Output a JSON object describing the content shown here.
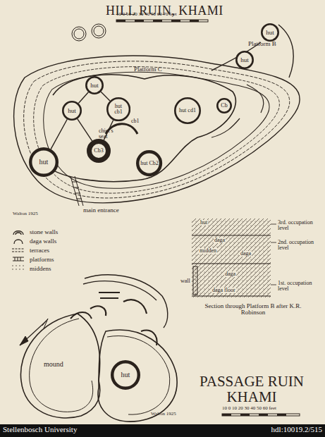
{
  "diagram": {
    "title": "HILL RUIN, KHAMI",
    "nodes": [
      {
        "text": [
          "hut"
        ]
      },
      {
        "text": [
          "hut"
        ]
      },
      {
        "text": [
          "hut"
        ]
      },
      {
        "text": [
          "hut"
        ]
      },
      {
        "text": [
          "hut cb1"
        ]
      },
      {
        "text": [
          "hut"
        ]
      },
      {
        "text": [
          "Cb3"
        ]
      },
      {
        "text": [
          "hut Cb2"
        ]
      },
      {
        "text": [
          "hut cd1"
        ]
      },
      {
        "text": [
          "Cb"
        ]
      },
      {
        "text": [
          "hut"
        ]
      }
    ],
    "edges": [
      {
        "from": 3,
        "to": 2,
        "arrow": "none"
      },
      {
        "from": 3,
        "to": 5,
        "arrow": "none"
      },
      {
        "from": 3,
        "to": 6,
        "arrow": "none"
      },
      {
        "from": 2,
        "to": 4,
        "arrow": "none"
      },
      {
        "from": 4,
        "to": 6,
        "arrow": "none"
      }
    ],
    "labels": [
      "10 0 10 20 30 40 50 60 70 feet",
      "Platform B",
      "Platform C",
      "cb1",
      "chief's seat",
      "main entrance",
      "Walton 1925",
      "hut",
      "daga",
      "midden",
      "daga",
      "daga",
      "wall",
      "daga floor",
      "3rd. occupation level",
      "2nd. occupation level",
      "1st. occupation level",
      "Section through Platform B after K.R. Robinson",
      "mound",
      "PASSAGE RUIN KHAMI",
      "Walton 1925",
      "10 0 10 20 30 40 50 60 feet",
      "Stellenbosch University",
      "hdl:10019.2/515"
    ],
    "legend": [
      {
        "text": "stone walls"
      },
      {
        "text": "daga walls"
      },
      {
        "text": "terraces"
      },
      {
        "text": "platforms"
      },
      {
        "text": "middens"
      }
    ]
  }
}
